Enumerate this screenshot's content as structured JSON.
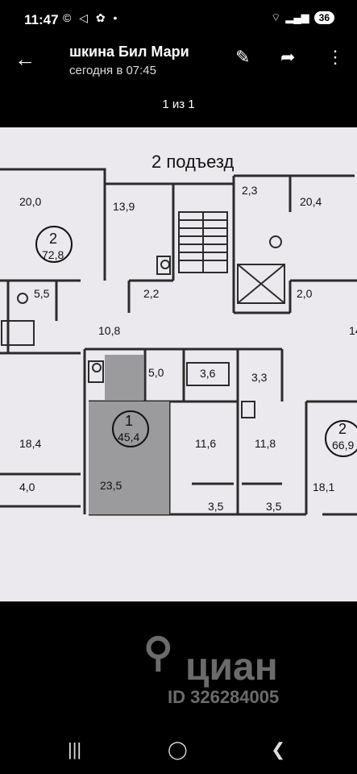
{
  "status": {
    "time": "11:47",
    "notif_icons": "© ◁ ✿ •",
    "battery": "36"
  },
  "appbar": {
    "title": "шкина Бил   Мари",
    "subtitle": "сегодня в 07:45"
  },
  "counter": "1 из 1",
  "plan": {
    "heading": "2 подъезд",
    "labels": {
      "a1": "20,0",
      "a2": "13,9",
      "a3": "2,3",
      "a4": "20,4",
      "flat2_num": "2",
      "flat2_area": "72,8",
      "a5": "5,5",
      "a6": "2,2",
      "a7": "2,0",
      "a8": "10,8",
      "a9": "14",
      "a10": "5,0",
      "a11": "3,6",
      "a12": "3,3",
      "flat1_num": "1",
      "flat1_area": "45,4",
      "a13": "18,4",
      "a14": "11,6",
      "a15": "11,8",
      "flat2b_num": "2",
      "flat2b_area": "66,9",
      "a16": "4,0",
      "a17": "23,5",
      "a18": "18,1",
      "a19": "3,5",
      "a20": "3,5"
    }
  },
  "watermark": {
    "logo": "⚲",
    "brand": "циан",
    "id": "ID 326284005"
  },
  "navbar": {
    "recent": "|||",
    "home": "◯",
    "back": "❮"
  }
}
